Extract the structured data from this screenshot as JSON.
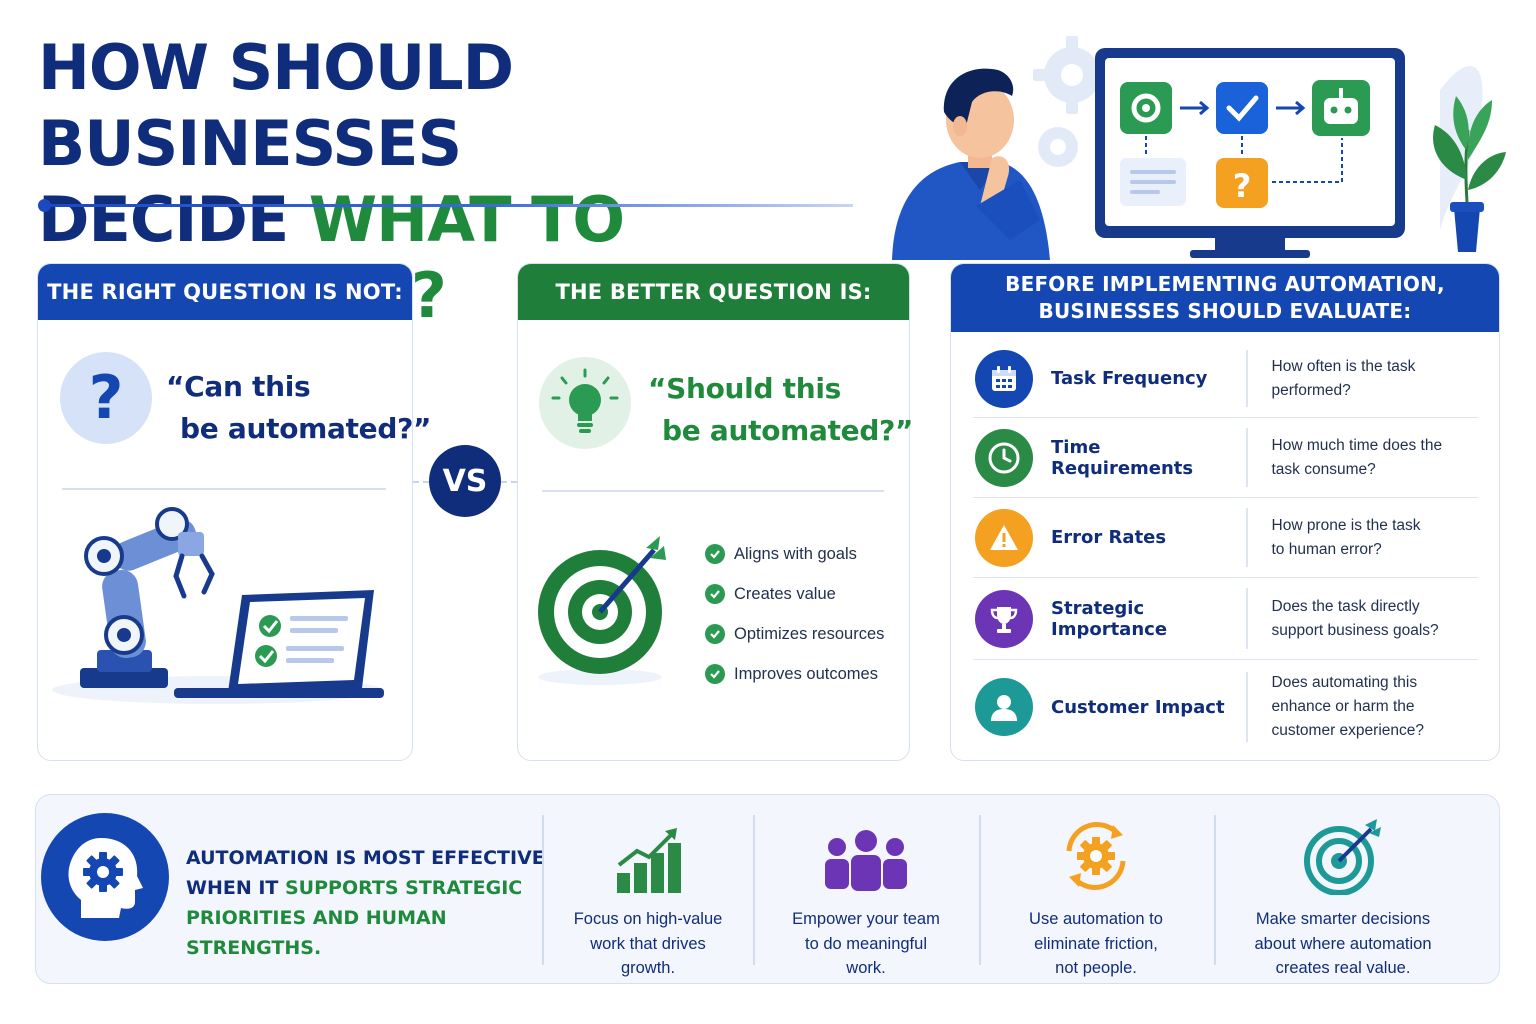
{
  "title": {
    "line1": "HOW SHOULD BUSINESSES",
    "line2_part1": "DECIDE ",
    "line2_part2": "WHAT TO AUTOMATE?"
  },
  "hero": {
    "question_mark": "?"
  },
  "card_not": {
    "header": "THE RIGHT QUESTION IS NOT:",
    "icon_symbol": "?",
    "question_line1": "“Can this",
    "question_line2": "be automated?”"
  },
  "vs_label": "VS",
  "card_better": {
    "header": "THE BETTER QUESTION IS:",
    "question_line1": "“Should this",
    "question_line2": "be automated?”",
    "checks": [
      "Aligns with goals",
      "Creates value",
      "Optimizes resources",
      "Improves outcomes"
    ]
  },
  "card_eval": {
    "header_line1": "BEFORE IMPLEMENTING AUTOMATION,",
    "header_line2": "BUSINESSES SHOULD EVALUATE:",
    "rows": [
      {
        "label": "Task Frequency",
        "desc_line1": "How often is the task",
        "desc_line2": "performed?",
        "desc_line3": "",
        "icon": "calendar-icon",
        "color": "#1547b3"
      },
      {
        "label": "Time Requirements",
        "desc_line1": "How much time does the",
        "desc_line2": "task consume?",
        "desc_line3": "",
        "icon": "clock-icon",
        "color": "#2b8a46"
      },
      {
        "label": "Error Rates",
        "desc_line1": "How prone is the task",
        "desc_line2": "to human error?",
        "desc_line3": "",
        "icon": "warning-icon",
        "color": "#f4a020"
      },
      {
        "label": "Strategic Importance",
        "desc_line1": "Does the task directly",
        "desc_line2": "support business goals?",
        "desc_line3": "",
        "icon": "trophy-icon",
        "color": "#6b35b5"
      },
      {
        "label": "Customer Impact",
        "desc_line1": "Does automating this",
        "desc_line2": "enhance or harm the",
        "desc_line3": "customer experience?",
        "icon": "person-icon",
        "color": "#1d9a98"
      }
    ]
  },
  "bottom": {
    "msg_part1": "AUTOMATION IS MOST EFFECTIVE",
    "msg_part2": "WHEN IT ",
    "msg_part3": "SUPPORTS STRATEGIC",
    "msg_part4": "PRIORITIES AND HUMAN STRENGTHS.",
    "features": [
      {
        "line1": "Focus on high-value",
        "line2": "work that drives",
        "line3": "growth.",
        "icon": "growth-chart-icon"
      },
      {
        "line1": "Empower your team",
        "line2": "to do meaningful",
        "line3": "work.",
        "icon": "team-icon"
      },
      {
        "line1": "Use automation to",
        "line2": "eliminate friction,",
        "line3": "not people.",
        "icon": "gear-cycle-icon"
      },
      {
        "line1": "Make smarter decisions",
        "line2": "about where automation",
        "line3": "creates real value.",
        "icon": "target-icon"
      }
    ]
  },
  "colors": {
    "navy": "#0f2d7a",
    "blue": "#1547b3",
    "green": "#1f8a3c",
    "orange": "#f4a020",
    "purple": "#6b35b5",
    "teal": "#1d9a98"
  }
}
